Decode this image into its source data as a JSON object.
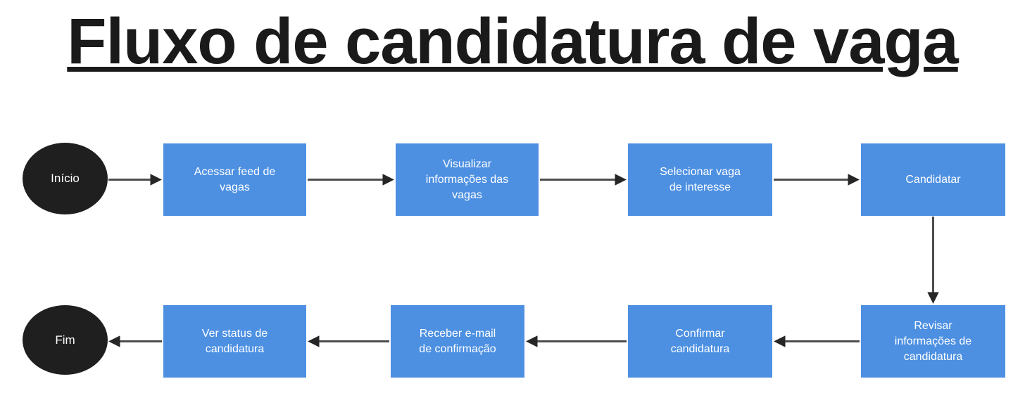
{
  "title": "Fluxo de candidatura de vaga",
  "colors": {
    "step_fill": "#4d90e2",
    "step_text": "#ffffff",
    "terminal_fill": "#1f1f1f",
    "arrow": "#4d4d4d",
    "title_text": "#1a1a1a"
  },
  "nodes": {
    "start": {
      "label": "Início",
      "type": "terminal"
    },
    "step1": {
      "label": "Acessar feed de vagas",
      "type": "process"
    },
    "step2": {
      "label": "Visualizar informações das vagas",
      "type": "process"
    },
    "step3": {
      "label": "Selecionar vaga de interesse",
      "type": "process"
    },
    "step4": {
      "label": "Candidatar",
      "type": "process"
    },
    "step5": {
      "label": "Revisar informações de candidatura",
      "type": "process"
    },
    "step6": {
      "label": "Confirmar candidatura",
      "type": "process"
    },
    "step7": {
      "label": "Receber e-mail de confirmação",
      "type": "process"
    },
    "step8": {
      "label": "Ver status de candidatura",
      "type": "process"
    },
    "end": {
      "label": "Fim",
      "type": "terminal"
    }
  },
  "flow_order": [
    "start",
    "step1",
    "step2",
    "step3",
    "step4",
    "step5",
    "step6",
    "step7",
    "step8",
    "end"
  ]
}
